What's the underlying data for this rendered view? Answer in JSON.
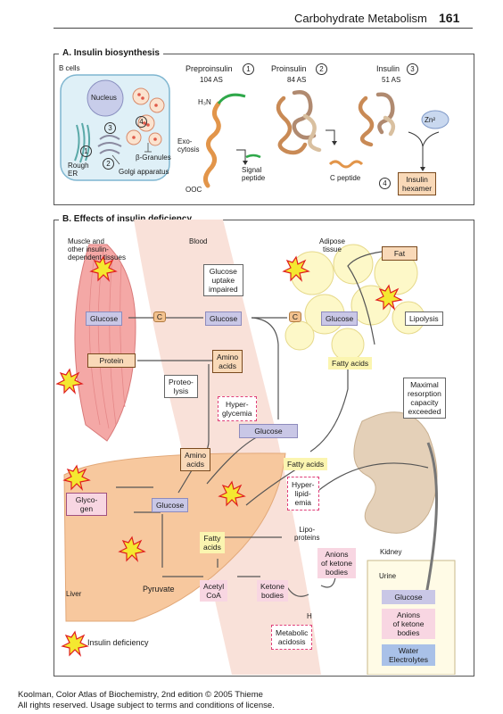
{
  "header": {
    "title": "Carbohydrate Metabolism",
    "page_number": "161"
  },
  "panel_a": {
    "title": "A. Insulin biosynthesis",
    "b_cells": "B cells",
    "nucleus": "Nucleus",
    "granules": "β-Granules",
    "rough_er": "Rough\nER",
    "golgi": "Golgi apparatus",
    "exocytosis": "Exo-\ncytosis",
    "num1": "1",
    "num2": "2",
    "num3": "3",
    "num4": "4",
    "preproinsulin": "Preproinsulin",
    "preproinsulin_as": "104 AS",
    "proinsulin": "Proinsulin",
    "proinsulin_as": "84 AS",
    "insulin": "Insulin",
    "insulin_as": "51 AS",
    "h3n": "H₃N",
    "ooc": "OOC",
    "signal_peptide": "Signal\npeptide",
    "c_peptide": "C peptide",
    "zn": "Zn²",
    "hexamer": "Insulin\nhexamer"
  },
  "panel_b": {
    "title": "B. Effects of insulin deficiency",
    "muscle": "Muscle and\nother insulin-\ndependent tissues",
    "blood": "Blood",
    "adipose": "Adipose\ntissue",
    "fat": "Fat",
    "glucose_uptake": "Glucose\nuptake\nimpaired",
    "glucose": "Glucose",
    "c": "C",
    "lipolysis": "Lipolysis",
    "protein": "Protein",
    "amino_acids": "Amino\nacids",
    "proteolysis": "Proteo-\nlysis",
    "fatty_acids": "Fatty acids",
    "fatty_acids_2": "Fatty\nacids",
    "hyperglycemia": "Hyper-\nglycemia",
    "maximal": "Maximal\nresorption\ncapacity\nexceeded",
    "hyperlipidemia": "Hyper-\nlipid-\nemia",
    "glycogen": "Glyco-\ngen",
    "lipoproteins": "Lipo-\nproteins",
    "kidney": "Kidney",
    "anions": "Anions\nof ketone\nbodies",
    "urine": "Urine",
    "pyruvate": "Pyruvate",
    "acetyl_coa": "Acetyl\nCoA",
    "ketone_bodies": "Ketone\nbodies",
    "h_plus": "H",
    "metabolic_acidosis": "Metabolic\nacidosis",
    "liver": "Liver",
    "insulin_deficiency": "Insulin deficiency",
    "urine_items": [
      "Glucose",
      "Anions\nof ketone\nbodies",
      "Water\nElectrolytes"
    ]
  },
  "footer": {
    "line1": "Koolman, Color Atlas of Biochemistry, 2nd edition © 2005 Thieme",
    "line2": "All rights reserved. Usage subject to terms and conditions of license."
  }
}
